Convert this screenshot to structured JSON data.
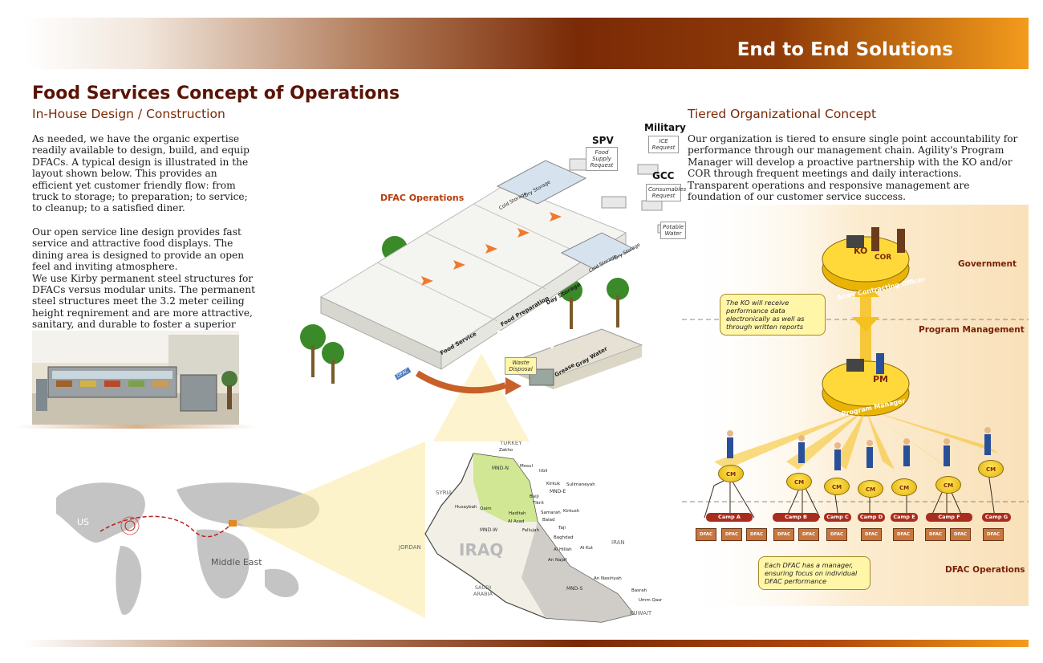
{
  "header": {
    "title": "End to End Solutions"
  },
  "left": {
    "heading": "Food Services Concept of Operations",
    "subheading": "In-House Design / Construction",
    "paragraph1": "As needed, we have the organic expertise readily available to design, build, and equip DFACs. A typical design is illustrated in the layout shown below. This provides an efficient yet customer friendly flow: from truck to storage; to preparation; to service; to cleanup; to a satisfied diner.",
    "paragraph2": "Our open service line design provides fast service and attractive food displays. The dining area is designed to provide an open feel and inviting atmosphere.",
    "paragraph3": "We use Kirby permanent steel structures for DFACs versus modular units. The permanent steel structures meet the 3.2 meter ceiling height reqnirement and are more attractive, sanitary, and durable to foster a superior dining experience."
  },
  "dfac_diagram": {
    "title": "DFAC Operations",
    "labels": {
      "military": "Military",
      "spv": "SPV",
      "gcc": "GCC",
      "food_supply": "Food Supply Request",
      "ice": "ICE Request",
      "consumables": "Consumables Request",
      "potable": "Potable Water",
      "cold_storage_top": "Cold Storage",
      "dry_storage_top": "Dry Storage",
      "cold_storage_bottom": "Cold Storage",
      "dry_storage_bottom": "Dry Storage",
      "day_storage": "Day Storage",
      "food_preparation": "Food Preparation",
      "food_service": "Food Service",
      "waste_disposal": "Waste Disposal",
      "grease": "Grease",
      "gray_water": "Gray Water",
      "dfac_sign": "DFAC"
    }
  },
  "map": {
    "world_labels": {
      "us": "US",
      "middle_east": "Middle East"
    },
    "country_labels": {
      "turkey": "TURKEY",
      "syria": "SYRIA",
      "jordan": "JORDAN",
      "iran": "IRAN",
      "saudi_arabia": "SAUDI ARABIA",
      "kuwait": "KUWAIT",
      "iraq": "IRAQ"
    },
    "regions": [
      "MND-N",
      "MND-E",
      "MND-W",
      "MND-S"
    ],
    "cities": [
      "Zakho",
      "Mosul",
      "Irbil",
      "Kirkuk",
      "Sulimaneyah",
      "Baiji",
      "Tikrit",
      "Husaybah",
      "Qaim",
      "Haditah",
      "Samarah",
      "Kirkush",
      "Balad",
      "Al Asad",
      "Fallujah",
      "Taji",
      "Baghdad",
      "Al Hillah",
      "Al Kut",
      "An Najaf",
      "An Nasiriyah",
      "Basrah",
      "Umm Qasr"
    ]
  },
  "right": {
    "heading": "Tiered Organizational Concept",
    "paragraph": "Our organization is tiered to ensure single point accountability for performance through our management chain. Agility's Program Manager will develop a proactive partnership with the KO and/or COR through frequent meetings and daily interactions. Transparent operations and responsive management are foundation of our customer service success."
  },
  "org_chart": {
    "levels": {
      "government": "Government",
      "program_management": "Program Management",
      "dfac_operations": "DFAC Operations"
    },
    "ko": "KO",
    "cor": "COR",
    "army_ring": "Army Contracting Officer",
    "pm": "PM",
    "pm_ring": "Program Manager",
    "bubble_ko": "The KO will receive performance data electronically as well as through written reports",
    "bubble_dfac": "Each DFAC has a manager, ensuring focus on individual DFAC performance",
    "cm_label": "CM",
    "camps": [
      "Camp A",
      "Camp B",
      "Camp C",
      "Camp D",
      "Camp E",
      "Camp F",
      "Camp G"
    ],
    "dfac_label": "DFAC"
  },
  "colors": {
    "accent_dark": "#5a1406",
    "accent_orange": "#f39b1c",
    "gold": "#f2c417"
  }
}
